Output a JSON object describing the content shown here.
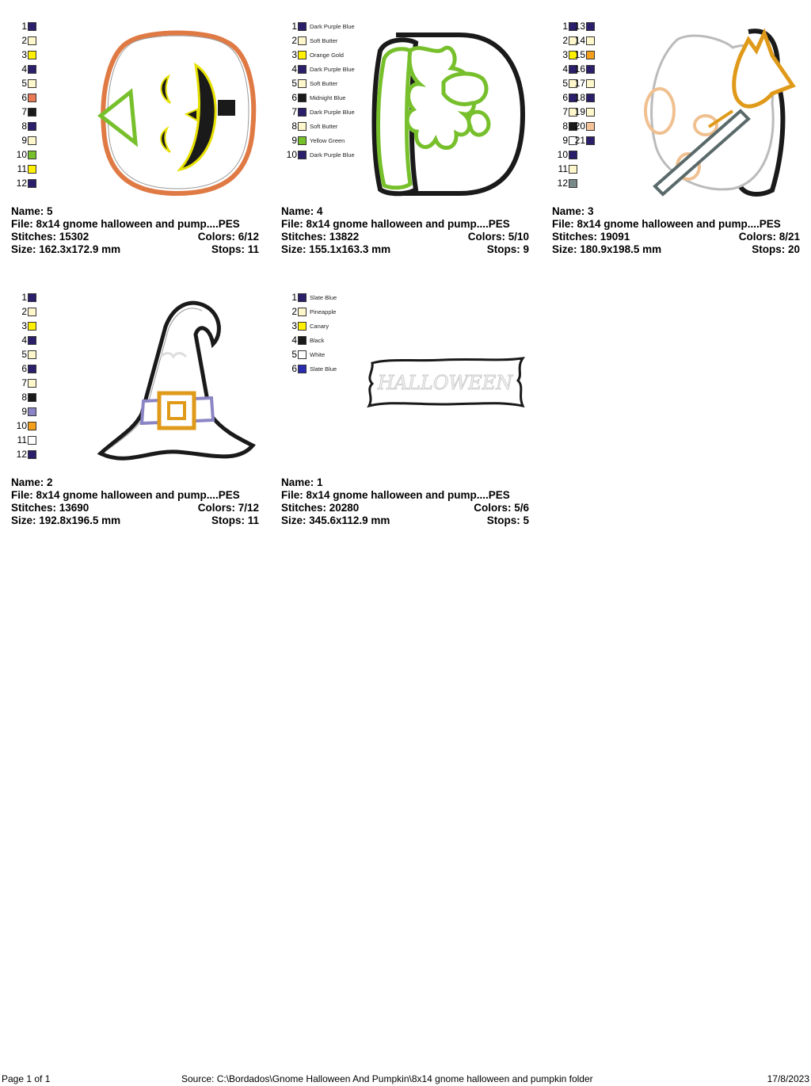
{
  "colors": {
    "dark_purple_blue": "#2b1f6b",
    "soft_butter": "#fff7cc",
    "yellow": "#ffef00",
    "black": "#1a1a1a",
    "orange": "#f5a01a",
    "salmon": "#e97a55",
    "green": "#77c02c",
    "grey": "#7a8a8a",
    "lavender": "#8a85c4",
    "peach": "#f5c39a",
    "white": "#ffffff",
    "slate_blue": "#2b2bb0"
  },
  "cards": [
    {
      "name": "Name: 5",
      "file": "File: 8x14 gnome halloween and pump....PES",
      "stitches": "Stitches: 15302",
      "colors_label": "Colors: 6/12",
      "size": "Size: 162.3x172.9 mm",
      "stops": "Stops: 11",
      "design": "pumpkin",
      "swatches": [
        {
          "n": "1",
          "c": "dark_purple_blue"
        },
        {
          "n": "2",
          "c": "soft_butter"
        },
        {
          "n": "3",
          "c": "yellow"
        },
        {
          "n": "4",
          "c": "dark_purple_blue"
        },
        {
          "n": "5",
          "c": "soft_butter"
        },
        {
          "n": "6",
          "c": "salmon"
        },
        {
          "n": "7",
          "c": "black"
        },
        {
          "n": "8",
          "c": "dark_purple_blue"
        },
        {
          "n": "9",
          "c": "soft_butter"
        },
        {
          "n": "10",
          "c": "green"
        },
        {
          "n": "11",
          "c": "yellow"
        },
        {
          "n": "12",
          "c": "dark_purple_blue"
        }
      ]
    },
    {
      "name": "Name: 4",
      "file": "File: 8x14 gnome halloween and pump....PES",
      "stitches": "Stitches: 13822",
      "colors_label": "Colors: 5/10",
      "size": "Size: 155.1x163.3 mm",
      "stops": "Stops: 9",
      "design": "letter-d",
      "swatches": [
        {
          "n": "1",
          "c": "dark_purple_blue",
          "label": "Dark Purple Blue"
        },
        {
          "n": "2",
          "c": "soft_butter",
          "label": "Soft Butter"
        },
        {
          "n": "3",
          "c": "yellow",
          "label": "Orange Gold"
        },
        {
          "n": "4",
          "c": "dark_purple_blue",
          "label": "Dark Purple Blue"
        },
        {
          "n": "5",
          "c": "soft_butter",
          "label": "Soft Butter"
        },
        {
          "n": "6",
          "c": "black",
          "label": "Midnight Blue"
        },
        {
          "n": "7",
          "c": "dark_purple_blue",
          "label": "Dark Purple Blue"
        },
        {
          "n": "8",
          "c": "soft_butter",
          "label": "Soft Butter"
        },
        {
          "n": "9",
          "c": "green",
          "label": "Yellow Green"
        },
        {
          "n": "10",
          "c": "dark_purple_blue",
          "label": "Dark Purple Blue"
        }
      ]
    },
    {
      "name": "Name: 3",
      "file": "File: 8x14 gnome halloween and pump....PES",
      "stitches": "Stitches: 19091",
      "colors_label": "Colors: 8/21",
      "size": "Size: 180.9x198.5 mm",
      "stops": "Stops: 20",
      "design": "ghost",
      "swatches": [
        {
          "n": "1",
          "c": "dark_purple_blue"
        },
        {
          "n": "2",
          "c": "soft_butter"
        },
        {
          "n": "3",
          "c": "yellow"
        },
        {
          "n": "4",
          "c": "dark_purple_blue"
        },
        {
          "n": "5",
          "c": "soft_butter"
        },
        {
          "n": "6",
          "c": "dark_purple_blue"
        },
        {
          "n": "7",
          "c": "soft_butter"
        },
        {
          "n": "8",
          "c": "black"
        },
        {
          "n": "9",
          "c": "white"
        },
        {
          "n": "10",
          "c": "dark_purple_blue"
        },
        {
          "n": "11",
          "c": "soft_butter"
        },
        {
          "n": "12",
          "c": "grey"
        }
      ],
      "swatches2": [
        {
          "n": "13",
          "c": "dark_purple_blue"
        },
        {
          "n": "14",
          "c": "soft_butter"
        },
        {
          "n": "15",
          "c": "orange"
        },
        {
          "n": "16",
          "c": "dark_purple_blue"
        },
        {
          "n": "17",
          "c": "soft_butter"
        },
        {
          "n": "18",
          "c": "dark_purple_blue"
        },
        {
          "n": "19",
          "c": "soft_butter"
        },
        {
          "n": "20",
          "c": "peach"
        },
        {
          "n": "21",
          "c": "dark_purple_blue"
        }
      ]
    },
    {
      "name": "Name: 2",
      "file": "File: 8x14 gnome halloween and pump....PES",
      "stitches": "Stitches: 13690",
      "colors_label": "Colors: 7/12",
      "size": "Size: 192.8x196.5 mm",
      "stops": "Stops: 11",
      "design": "witch-hat",
      "swatches": [
        {
          "n": "1",
          "c": "dark_purple_blue"
        },
        {
          "n": "2",
          "c": "soft_butter"
        },
        {
          "n": "3",
          "c": "yellow"
        },
        {
          "n": "4",
          "c": "dark_purple_blue"
        },
        {
          "n": "5",
          "c": "soft_butter"
        },
        {
          "n": "6",
          "c": "dark_purple_blue"
        },
        {
          "n": "7",
          "c": "soft_butter"
        },
        {
          "n": "8",
          "c": "black"
        },
        {
          "n": "9",
          "c": "lavender"
        },
        {
          "n": "10",
          "c": "orange"
        },
        {
          "n": "11",
          "c": "white"
        },
        {
          "n": "12",
          "c": "dark_purple_blue"
        }
      ]
    },
    {
      "name": "Name: 1",
      "file": "File: 8x14 gnome halloween and pump....PES",
      "stitches": "Stitches: 20280",
      "colors_label": "Colors: 5/6",
      "size": "Size: 345.6x112.9 mm",
      "stops": "Stops: 5",
      "design": "halloween-banner",
      "banner_text": "HALLOWEEN",
      "swatches": [
        {
          "n": "1",
          "c": "dark_purple_blue",
          "label": "Slate Blue"
        },
        {
          "n": "2",
          "c": "soft_butter",
          "label": "Pineapple"
        },
        {
          "n": "3",
          "c": "yellow",
          "label": "Canary"
        },
        {
          "n": "4",
          "c": "black",
          "label": "Black"
        },
        {
          "n": "5",
          "c": "white",
          "label": "White"
        },
        {
          "n": "6",
          "c": "slate_blue",
          "label": "Slate Blue"
        }
      ]
    }
  ],
  "footer": {
    "page": "Page 1 of 1",
    "source": "Source: C:\\Bordados\\Gnome Halloween And Pumpkin\\8x14  gnome halloween and pumpkin folder",
    "date": "17/8/2023"
  }
}
